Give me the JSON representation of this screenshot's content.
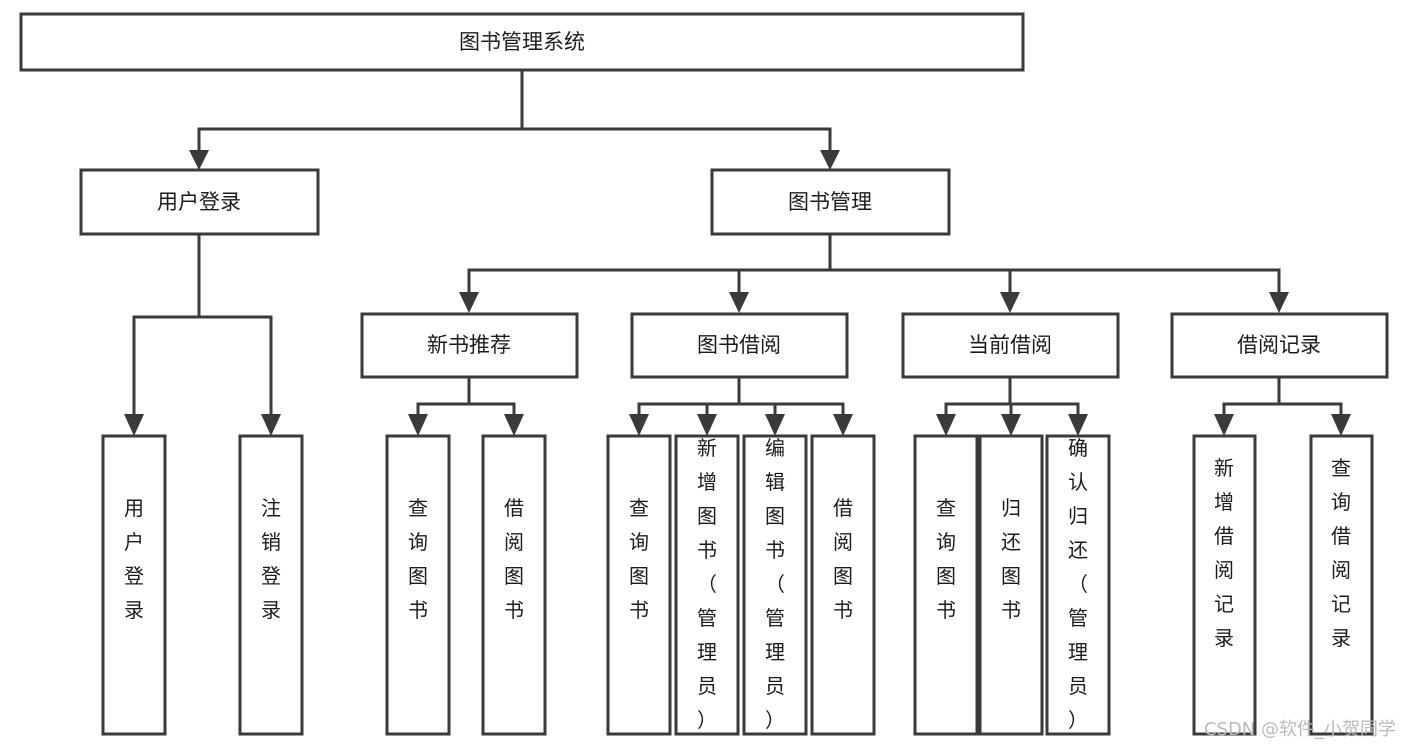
{
  "diagram": {
    "title": "图书管理系统",
    "type": "hierarchy-tree",
    "orientation": "top-down",
    "colors": {
      "box_stroke": "#3a3a3a",
      "box_fill": "#ffffff",
      "text": "#1c1c1c",
      "connector": "#3a3a3a",
      "watermark": "#b9b9b9",
      "background": "#ffffff"
    }
  },
  "watermark": {
    "text": "CSDN @软件_小贺同学"
  },
  "chart_data": {
    "type": "tree",
    "title": "图书管理系统",
    "root": {
      "id": "root",
      "label": "图书管理系统",
      "level": 0
    },
    "levels": [
      {
        "level": 1,
        "nodes": [
          "用户登录",
          "图书管理"
        ]
      },
      {
        "level": 2,
        "nodes": [
          "新书推荐",
          "图书借阅",
          "当前借阅",
          "借阅记录"
        ]
      },
      {
        "level": 3,
        "nodes": [
          "用户登录",
          "注销登录",
          "查询图书",
          "借阅图书",
          "查询图书",
          "新增图书（管理员）",
          "编辑图书（管理员）",
          "借阅图书",
          "查询图书",
          "归还图书",
          "确认归还（管理员）",
          "新增借阅记录",
          "查询借阅记录"
        ]
      }
    ],
    "edges": [
      {
        "from": "图书管理系统",
        "to": "用户登录"
      },
      {
        "from": "图书管理系统",
        "to": "图书管理"
      },
      {
        "from": "用户登录",
        "to": "用户登录(leaf)"
      },
      {
        "from": "用户登录",
        "to": "注销登录"
      },
      {
        "from": "图书管理",
        "to": "新书推荐"
      },
      {
        "from": "图书管理",
        "to": "图书借阅"
      },
      {
        "from": "图书管理",
        "to": "当前借阅"
      },
      {
        "from": "图书管理",
        "to": "借阅记录"
      },
      {
        "from": "新书推荐",
        "to": "查询图书"
      },
      {
        "from": "新书推荐",
        "to": "借阅图书"
      },
      {
        "from": "图书借阅",
        "to": "查询图书"
      },
      {
        "from": "图书借阅",
        "to": "新增图书（管理员）"
      },
      {
        "from": "图书借阅",
        "to": "编辑图书（管理员）"
      },
      {
        "from": "图书借阅",
        "to": "借阅图书"
      },
      {
        "from": "当前借阅",
        "to": "查询图书"
      },
      {
        "from": "当前借阅",
        "to": "归还图书"
      },
      {
        "from": "当前借阅",
        "to": "确认归还（管理员）"
      },
      {
        "from": "借阅记录",
        "to": "新增借阅记录"
      },
      {
        "from": "借阅记录",
        "to": "查询借阅记录"
      }
    ]
  },
  "nodes": {
    "root": {
      "label": "图书管理系统"
    },
    "level1": {
      "user_login": {
        "label": "用户登录"
      },
      "book_manage": {
        "label": "图书管理"
      }
    },
    "level2": {
      "new_book_rec": {
        "label": "新书推荐"
      },
      "book_borrow": {
        "label": "图书借阅"
      },
      "current_borrow": {
        "label": "当前借阅"
      },
      "borrow_record": {
        "label": "借阅记录"
      }
    },
    "leaves": {
      "l1": {
        "label": "用户登录"
      },
      "l2": {
        "label": "注销登录"
      },
      "l3": {
        "label": "查询图书"
      },
      "l4": {
        "label": "借阅图书"
      },
      "l5": {
        "label": "查询图书"
      },
      "l6": {
        "label": "新增图书（管理员）"
      },
      "l7": {
        "label": "编辑图书（管理员）"
      },
      "l8": {
        "label": "借阅图书"
      },
      "l9": {
        "label": "查询图书"
      },
      "l10": {
        "label": "归还图书"
      },
      "l11": {
        "label": "确认归还（管理员）"
      },
      "l12": {
        "label": "新增借阅记录"
      },
      "l13": {
        "label": "查询借阅记录"
      }
    }
  }
}
